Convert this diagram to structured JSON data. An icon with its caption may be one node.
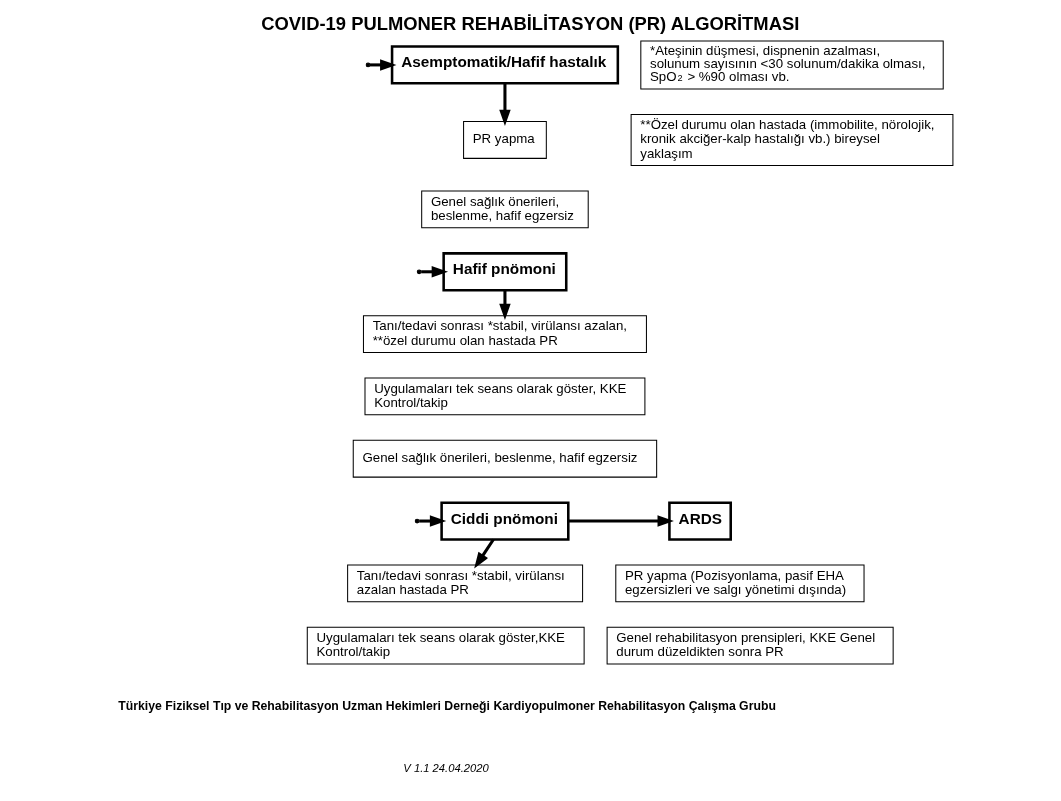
{
  "diagram": {
    "title": "COVID-19 PULMONER REHABİLİTASYON (PR) ALGORİTMASI",
    "caption": "Türkiye Fiziksel Tıp ve Rehabilitasyon Uzman Hekimleri Derneği Kardiyopulmoner Rehabilitasyon Çalışma Grubu",
    "nodes": [
      {
        "text": [
          "Asemptomatik/Hafif hastalık"
        ]
      },
      {
        "text": [
          "PR yapma"
        ]
      },
      {
        "text": [
          "Genel sağlık önerileri, beslenme, hafif egzersiz"
        ]
      },
      {
        "text": [
          "Hafif pnömoni"
        ]
      },
      {
        "text": [
          "Tanı/tedavi sonrası *stabil, virülansı azalan, **özel durumu olan hastada PR"
        ]
      },
      {
        "text": [
          "Uygulamaları tek seans olarak göster, KKE Kontrol/takip"
        ]
      },
      {
        "text": [
          "Genel sağlık önerileri, beslenme, hafif egzersiz"
        ]
      },
      {
        "text": [
          "Ciddi pnömoni"
        ]
      },
      {
        "text": [
          "ARDS"
        ]
      },
      {
        "text": [
          "Tanı/tedavi sonrası *stabil, virülansı azalan hastada PR"
        ]
      },
      {
        "text": [
          "Uygulamaları tek seans olarak göster,KKE Kontrol/takip"
        ]
      },
      {
        "text": [
          "PR yapma (Pozisyonlama, pasif EHA egzersizleri ve salgı yönetimi dışında)"
        ]
      },
      {
        "text": [
          "Genel rehabilitasyon prensipleri, KKE Genel durum düzeldikten sonra PR"
        ]
      },
      {
        "text": [
          "*Ateşinin düşmesi, dispnenin azalması, solunum sayısının <30 solunum/dakika olması, SpO$_{2}$ > %90 olması vb."
        ]
      },
      {
        "text": [
          "**Özel durumu olan hastada (immobilite, nörolojik, kronik akciğer-kalp hastalığı vb.) bireysel yaklaşım"
        ]
      }
    ],
    "edges": [
      {
        "from": null,
        "to": 0,
        "arrow": "to"
      },
      {
        "from": null,
        "to": 3,
        "arrow": "to"
      },
      {
        "from": null,
        "to": 7,
        "arrow": "to"
      },
      {
        "from": 0,
        "to": 1,
        "arrow": "to"
      },
      {
        "from": 3,
        "to": 4,
        "arrow": "to"
      },
      {
        "from": 7,
        "to": 9,
        "arrow": "to"
      },
      {
        "from": 7,
        "to": 8,
        "arrow": "to"
      }
    ],
    "labels": [
      "V 1.1 24.04.2020"
    ]
  }
}
